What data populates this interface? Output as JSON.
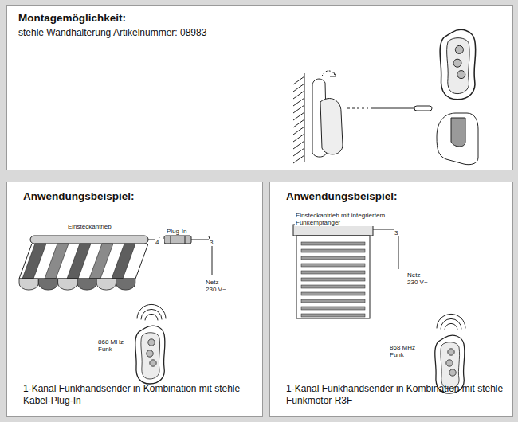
{
  "diagram": {
    "nodes": [
      {
        "text": [
          "Montagemöglichkeit:",
          "stehle Wandhalterung Artikelnummer: 08983"
        ]
      },
      {
        "text": [
          "Anwendungsbeispiel:",
          "1-Kanal Funkhandsender in Kombination mit stehle Kabel-Plug-In"
        ]
      },
      {
        "text": [
          "Anwendungsbeispiel:",
          "1-Kanal Funkhandsender in Kombination mit stehle Funkmotor R3F"
        ]
      }
    ],
    "labels": [
      "Einsteckantrieb",
      "Plug-In",
      "4",
      "3",
      "Netz 230 V~",
      "868 MHz Funk",
      "Einsteckantrieb mit integriertem Funkempfänger",
      "3",
      "Netz 230 V~",
      "868 MHz Funk"
    ]
  }
}
